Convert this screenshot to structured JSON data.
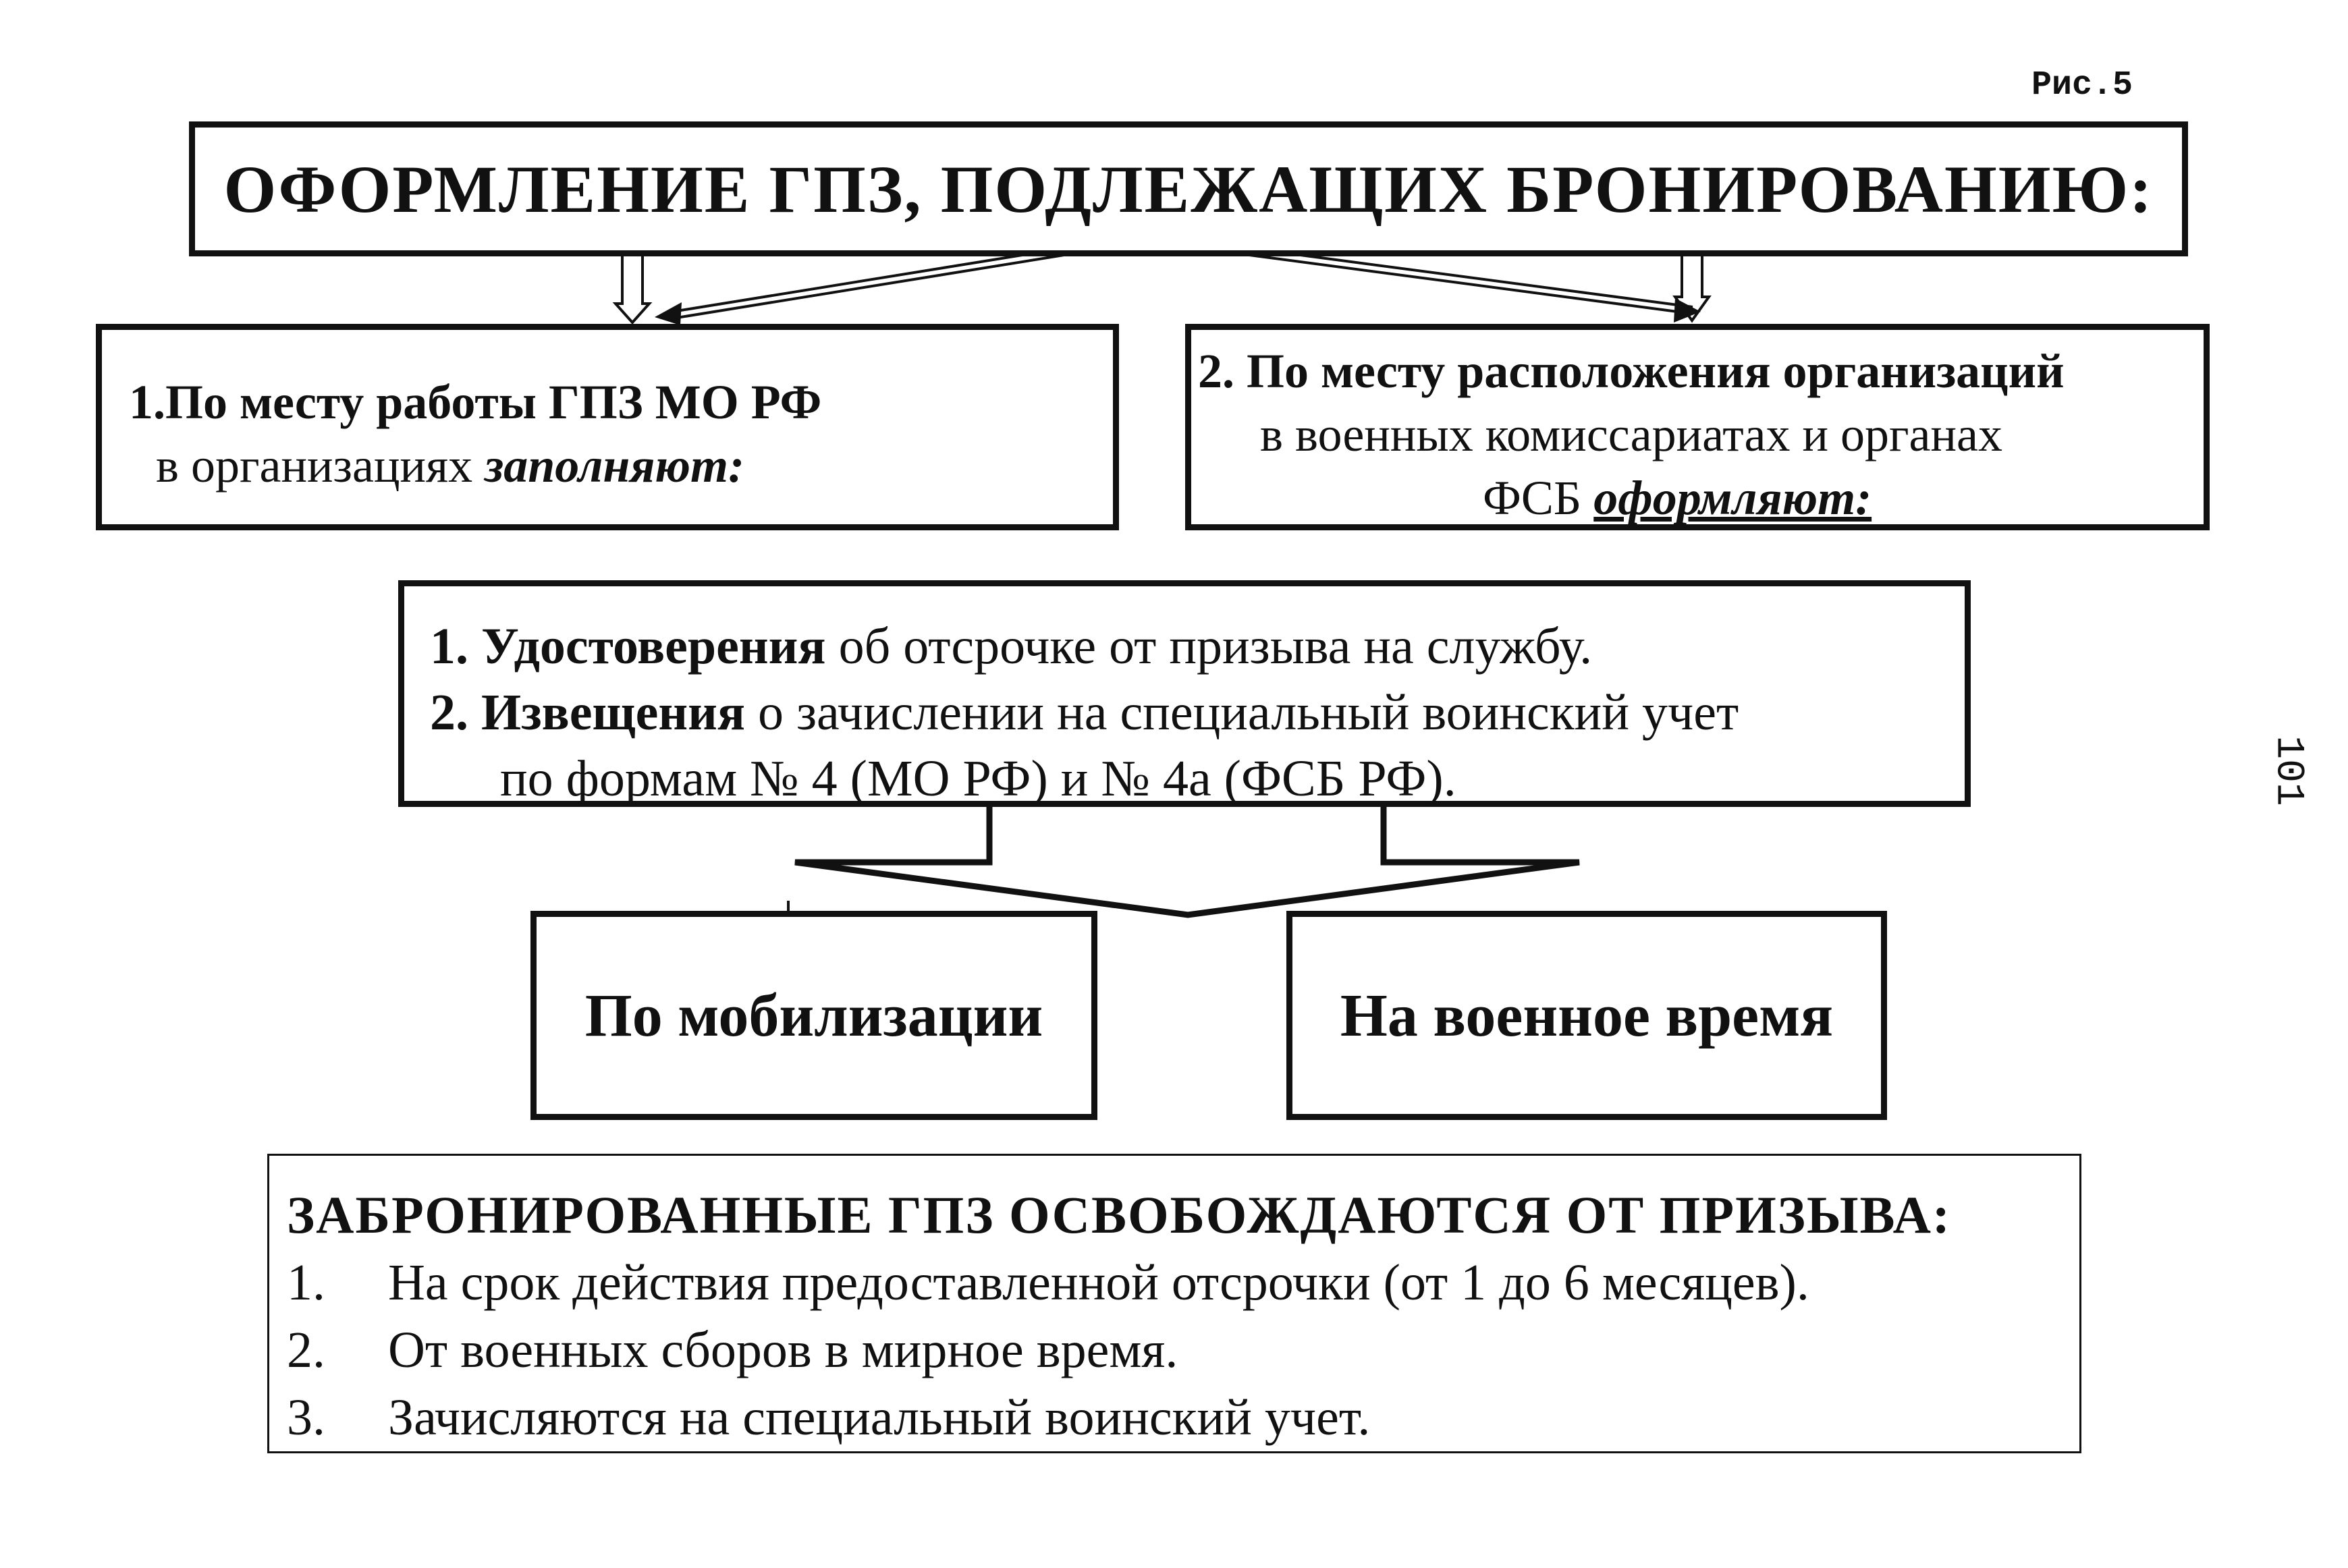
{
  "figure_label": "Рис.5",
  "page_number": "101",
  "title": "ОФОРМЛЕНИЕ ГПЗ, ПОДЛЕЖАЩИХ БРОНИРОВАНИЮ:",
  "left_box": {
    "line1": "1.По месту работы ГПЗ МО  РФ",
    "line2_plain": "в организациях ",
    "line2_emph": "заполняют:"
  },
  "right_box": {
    "line1": "2. По месту расположения организаций",
    "line2": "в военных комиссариатах и органах",
    "line3_plain": "ФСБ ",
    "line3_emph": "оформляют:"
  },
  "docs_box": {
    "item1_bold": "1. Удостоверения",
    "item1_rest": " об отсрочке от призыва на службу.",
    "item2_bold": "2. Извещения",
    "item2_rest": " о зачислении на специальный воинский учет",
    "item2_cont": "по формам № 4 (МО РФ) и № 4а (ФСБ РФ)."
  },
  "mobilization_box": {
    "label": "По  мобилизации"
  },
  "wartime_box": {
    "label": "На  военное время"
  },
  "result_box": {
    "title": "ЗАБРОНИРОВАННЫЕ ГПЗ ОСВОБОЖДАЮТСЯ ОТ ПРИЗЫВА:",
    "items": [
      {
        "num": "1.",
        "text": "На срок действия предоставленной отсрочки (от 1 до 6 месяцев)."
      },
      {
        "num": "2.",
        "text": "От военных сборов в мирное время."
      },
      {
        "num": "3.",
        "text": "Зачисляются на специальный воинский учет."
      }
    ]
  }
}
